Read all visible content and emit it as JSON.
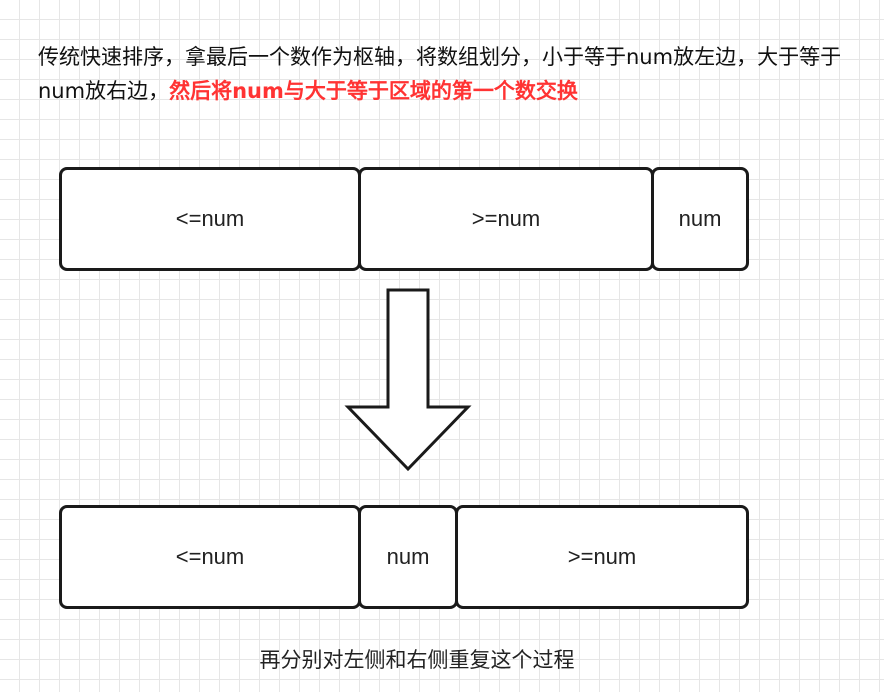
{
  "description": {
    "text_before": "传统快速排序，拿最后一个数作为枢轴，将数组划分，小于等于num放左边，大于等于num放右边，",
    "highlight": "然后将num与大于等于区域的第一个数交换"
  },
  "before_row": {
    "left_label": "<=num",
    "middle_label": ">=num",
    "pivot_label": "num"
  },
  "after_row": {
    "left_label": "<=num",
    "pivot_label": "num",
    "right_label": ">=num"
  },
  "footer": {
    "text": "再分别对左侧和右侧重复这个过程"
  },
  "colors": {
    "highlight": "#ff3333",
    "border": "#1a1a1a",
    "grid": "#e6e6e6"
  }
}
